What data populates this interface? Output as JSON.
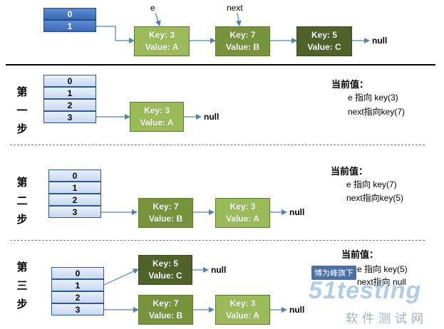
{
  "top": {
    "array": [
      "0",
      "1"
    ],
    "pointer_e": "e",
    "pointer_next": "next",
    "nodes": [
      {
        "key": "Key: 3",
        "value": "Value: A"
      },
      {
        "key": "Key: 7",
        "value": "Value: B"
      },
      {
        "key": "Key: 5",
        "value": "Value: C"
      }
    ],
    "null": "null"
  },
  "steps": [
    {
      "label": [
        "第",
        "一",
        "步"
      ],
      "array": [
        "0",
        "1",
        "2",
        "3"
      ],
      "nodes": [
        {
          "key": "Key: 3",
          "value": "Value: A"
        }
      ],
      "null": "null",
      "state_title": "当前值：",
      "state_lines": [
        "e 指向 key(3)",
        "next指向key(7)"
      ]
    },
    {
      "label": [
        "第",
        "二",
        "步"
      ],
      "array": [
        "0",
        "1",
        "2",
        "3"
      ],
      "nodes": [
        {
          "key": "Key: 7",
          "value": "Value: B"
        },
        {
          "key": "Key: 3",
          "value": "Value: A"
        }
      ],
      "null": "null",
      "state_title": "当前值：",
      "state_lines": [
        "e 指向 key(7)",
        "next指向key(5)"
      ]
    },
    {
      "label": [
        "第",
        "三",
        "步"
      ],
      "array": [
        "0",
        "1",
        "2",
        "3"
      ],
      "nodes_row1": [
        {
          "key": "Key: 5",
          "value": "Value: C"
        }
      ],
      "nodes_row3": [
        {
          "key": "Key: 7",
          "value": "Value: B"
        },
        {
          "key": "Key: 3",
          "value": "Value: A"
        }
      ],
      "null_row1": "null",
      "null_row3": "null",
      "state_title": "当前值：",
      "state_lines": [
        "e 指向 key(5)",
        "next指向 null"
      ]
    }
  ],
  "watermark": {
    "tag": "博为峰旗下",
    "logo": "51testing",
    "sub": "软件测试网"
  },
  "colors": {
    "array_blue": "#3a6bb5",
    "array_light": "#c6d9f1",
    "node_light": "#9bbb59",
    "node_mid": "#77933c",
    "node_dark": "#4f6228",
    "arrow": "#4f81bd"
  }
}
